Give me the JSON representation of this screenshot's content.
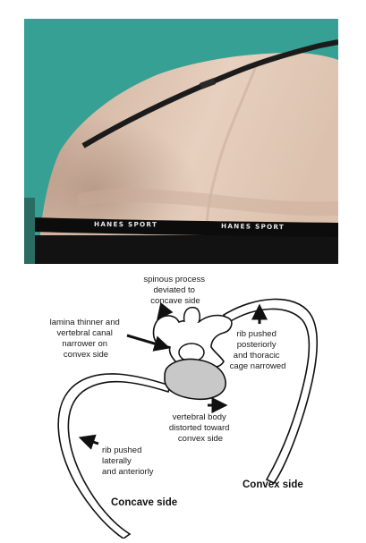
{
  "photo": {
    "waistband_brand_left": "HANES SPORT",
    "waistband_brand_right": "HANES SPORT",
    "background_color": "#37a095",
    "skin_color": "#e1c7b6"
  },
  "diagram": {
    "labels": {
      "spinous_process": [
        "spinous process",
        "deviated to",
        "concave side"
      ],
      "lamina": [
        "lamina thinner and",
        "vertebral canal",
        "narrower on",
        "convex side"
      ],
      "rib_posterior": [
        "rib pushed",
        "posteriorly",
        "and thoracic",
        "cage narrowed"
      ],
      "vertebral_body": [
        "vertebral body",
        "distorted toward",
        "convex side"
      ],
      "rib_lateral": [
        "rib pushed",
        "laterally",
        "and anteriorly"
      ]
    },
    "concave_side": "Concave side",
    "convex_side": "Convex side",
    "body_fill_color": "#c8c8c8"
  }
}
